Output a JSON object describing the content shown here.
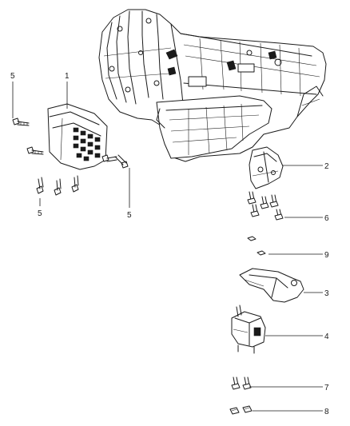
{
  "callouts": [
    "1",
    "2",
    "3",
    "4",
    "5",
    "5",
    "5",
    "6",
    "7",
    "8",
    "9"
  ]
}
